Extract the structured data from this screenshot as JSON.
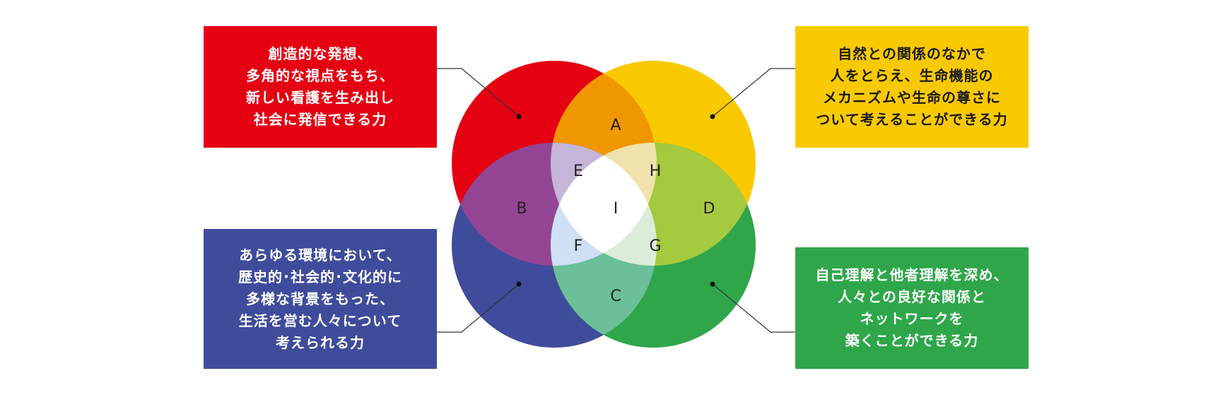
{
  "colors": {
    "red": "#e50012",
    "yellow": "#f9c900",
    "blue": "#3f4c9c",
    "green": "#2fa64a",
    "overlap_A": "#f09700",
    "overlap_B": "#934593",
    "overlap_C": "#6bbf99",
    "overlap_D": "#a5c93f",
    "overlap_E": "#c4b5d9",
    "overlap_F": "#cfe0f4",
    "overlap_G": "#dbecd9",
    "overlap_H": "#efe2ac",
    "center_I": "#ffffff"
  },
  "boxes": {
    "red": {
      "color": "#e50012",
      "lines": [
        "創造的な発想、",
        "多角的な視点をもち、",
        "新しい看護を生み出し",
        "社会に発信できる力"
      ]
    },
    "yellow": {
      "color": "#f9c900",
      "lines": [
        "自然との関係のなかで",
        "人をとらえ、生命機能の",
        "メカニズムや生命の尊さに",
        "ついて考えることができる力"
      ]
    },
    "blue": {
      "color": "#3f4c9c",
      "lines": [
        "あらゆる環境において、",
        "歴史的･社会的･文化的に",
        "多様な背景をもった、",
        "生活を営む人々について",
        "考えられる力"
      ]
    },
    "green": {
      "color": "#2fa64a",
      "lines": [
        "自己理解と他者理解を深め、",
        "人々との良好な関係と",
        "ネットワークを",
        "築くことができる力"
      ]
    }
  },
  "regions": {
    "A": "A",
    "B": "B",
    "C": "C",
    "D": "D",
    "E": "E",
    "F": "F",
    "G": "G",
    "H": "H",
    "I": "I"
  }
}
